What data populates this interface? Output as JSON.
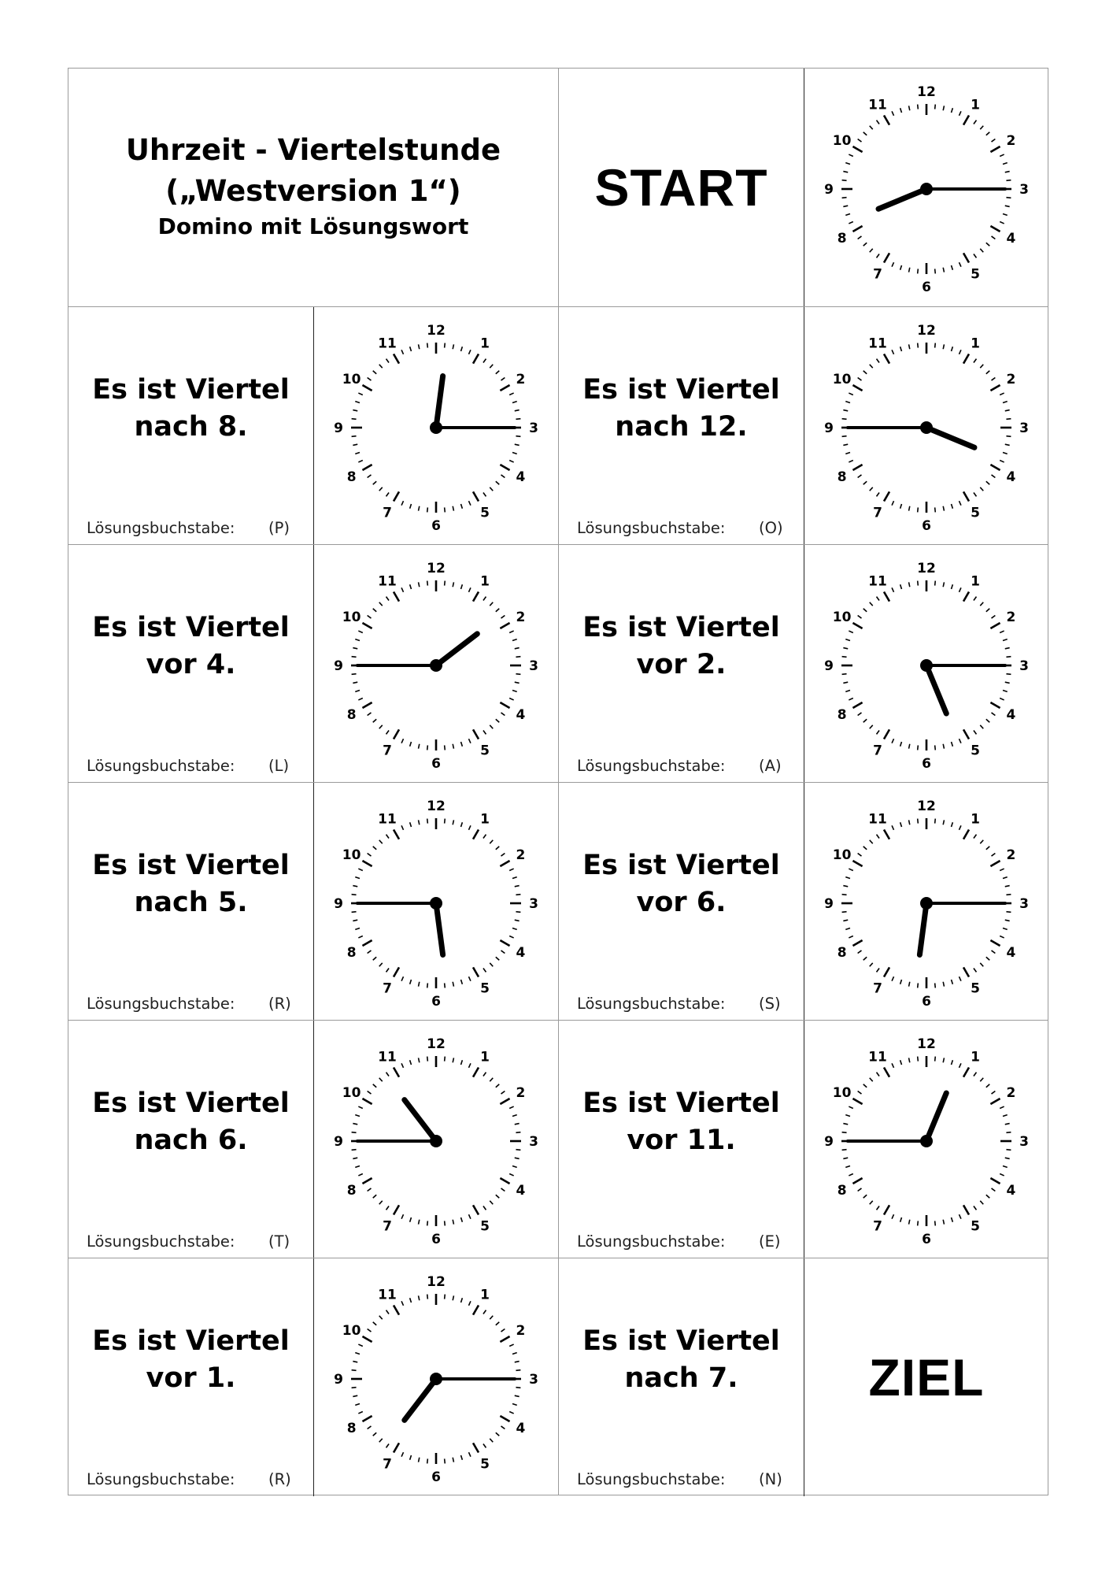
{
  "header": {
    "title_line1": "Uhrzeit - Viertelstunde",
    "title_line2": "(„Westversion 1“)",
    "subtitle": "Domino mit Lösungswort"
  },
  "start_label": "START",
  "goal_label": "ZIEL",
  "clock_numbers": [
    "12",
    "1",
    "2",
    "3",
    "4",
    "5",
    "6",
    "7",
    "8",
    "9",
    "10",
    "11"
  ],
  "solution_label": "Lösungsbuchstabe:",
  "start_clock": {
    "hour": 8,
    "minute": 15
  },
  "cards": [
    {
      "phrase": "Es ist Viertel nach 8.",
      "letter": "(P)",
      "clock": {
        "hour": 12,
        "minute": 15
      }
    },
    {
      "phrase": "Es ist Viertel nach 12.",
      "letter": "(O)",
      "clock": {
        "hour": 3,
        "minute": 45
      }
    },
    {
      "phrase": "Es ist Viertel vor 4.",
      "letter": "(L)",
      "clock": {
        "hour": 1,
        "minute": 45
      }
    },
    {
      "phrase": "Es ist Viertel vor 2.",
      "letter": "(A)",
      "clock": {
        "hour": 5,
        "minute": 15
      }
    },
    {
      "phrase": "Es ist Viertel nach 5.",
      "letter": "(R)",
      "clock": {
        "hour": 5,
        "minute": 45
      }
    },
    {
      "phrase": "Es ist Viertel vor 6.",
      "letter": "(S)",
      "clock": {
        "hour": 6,
        "minute": 15
      }
    },
    {
      "phrase": "Es ist Viertel nach 6.",
      "letter": "(T)",
      "clock": {
        "hour": 10,
        "minute": 45
      }
    },
    {
      "phrase": "Es ist Viertel vor 11.",
      "letter": "(E)",
      "clock": {
        "hour": 12,
        "minute": 45
      }
    },
    {
      "phrase": "Es ist Viertel vor 1.",
      "letter": "(R)",
      "clock": {
        "hour": 7,
        "minute": 15
      }
    },
    {
      "phrase": "Es ist Viertel nach 7.",
      "letter": "(N)"
    }
  ]
}
